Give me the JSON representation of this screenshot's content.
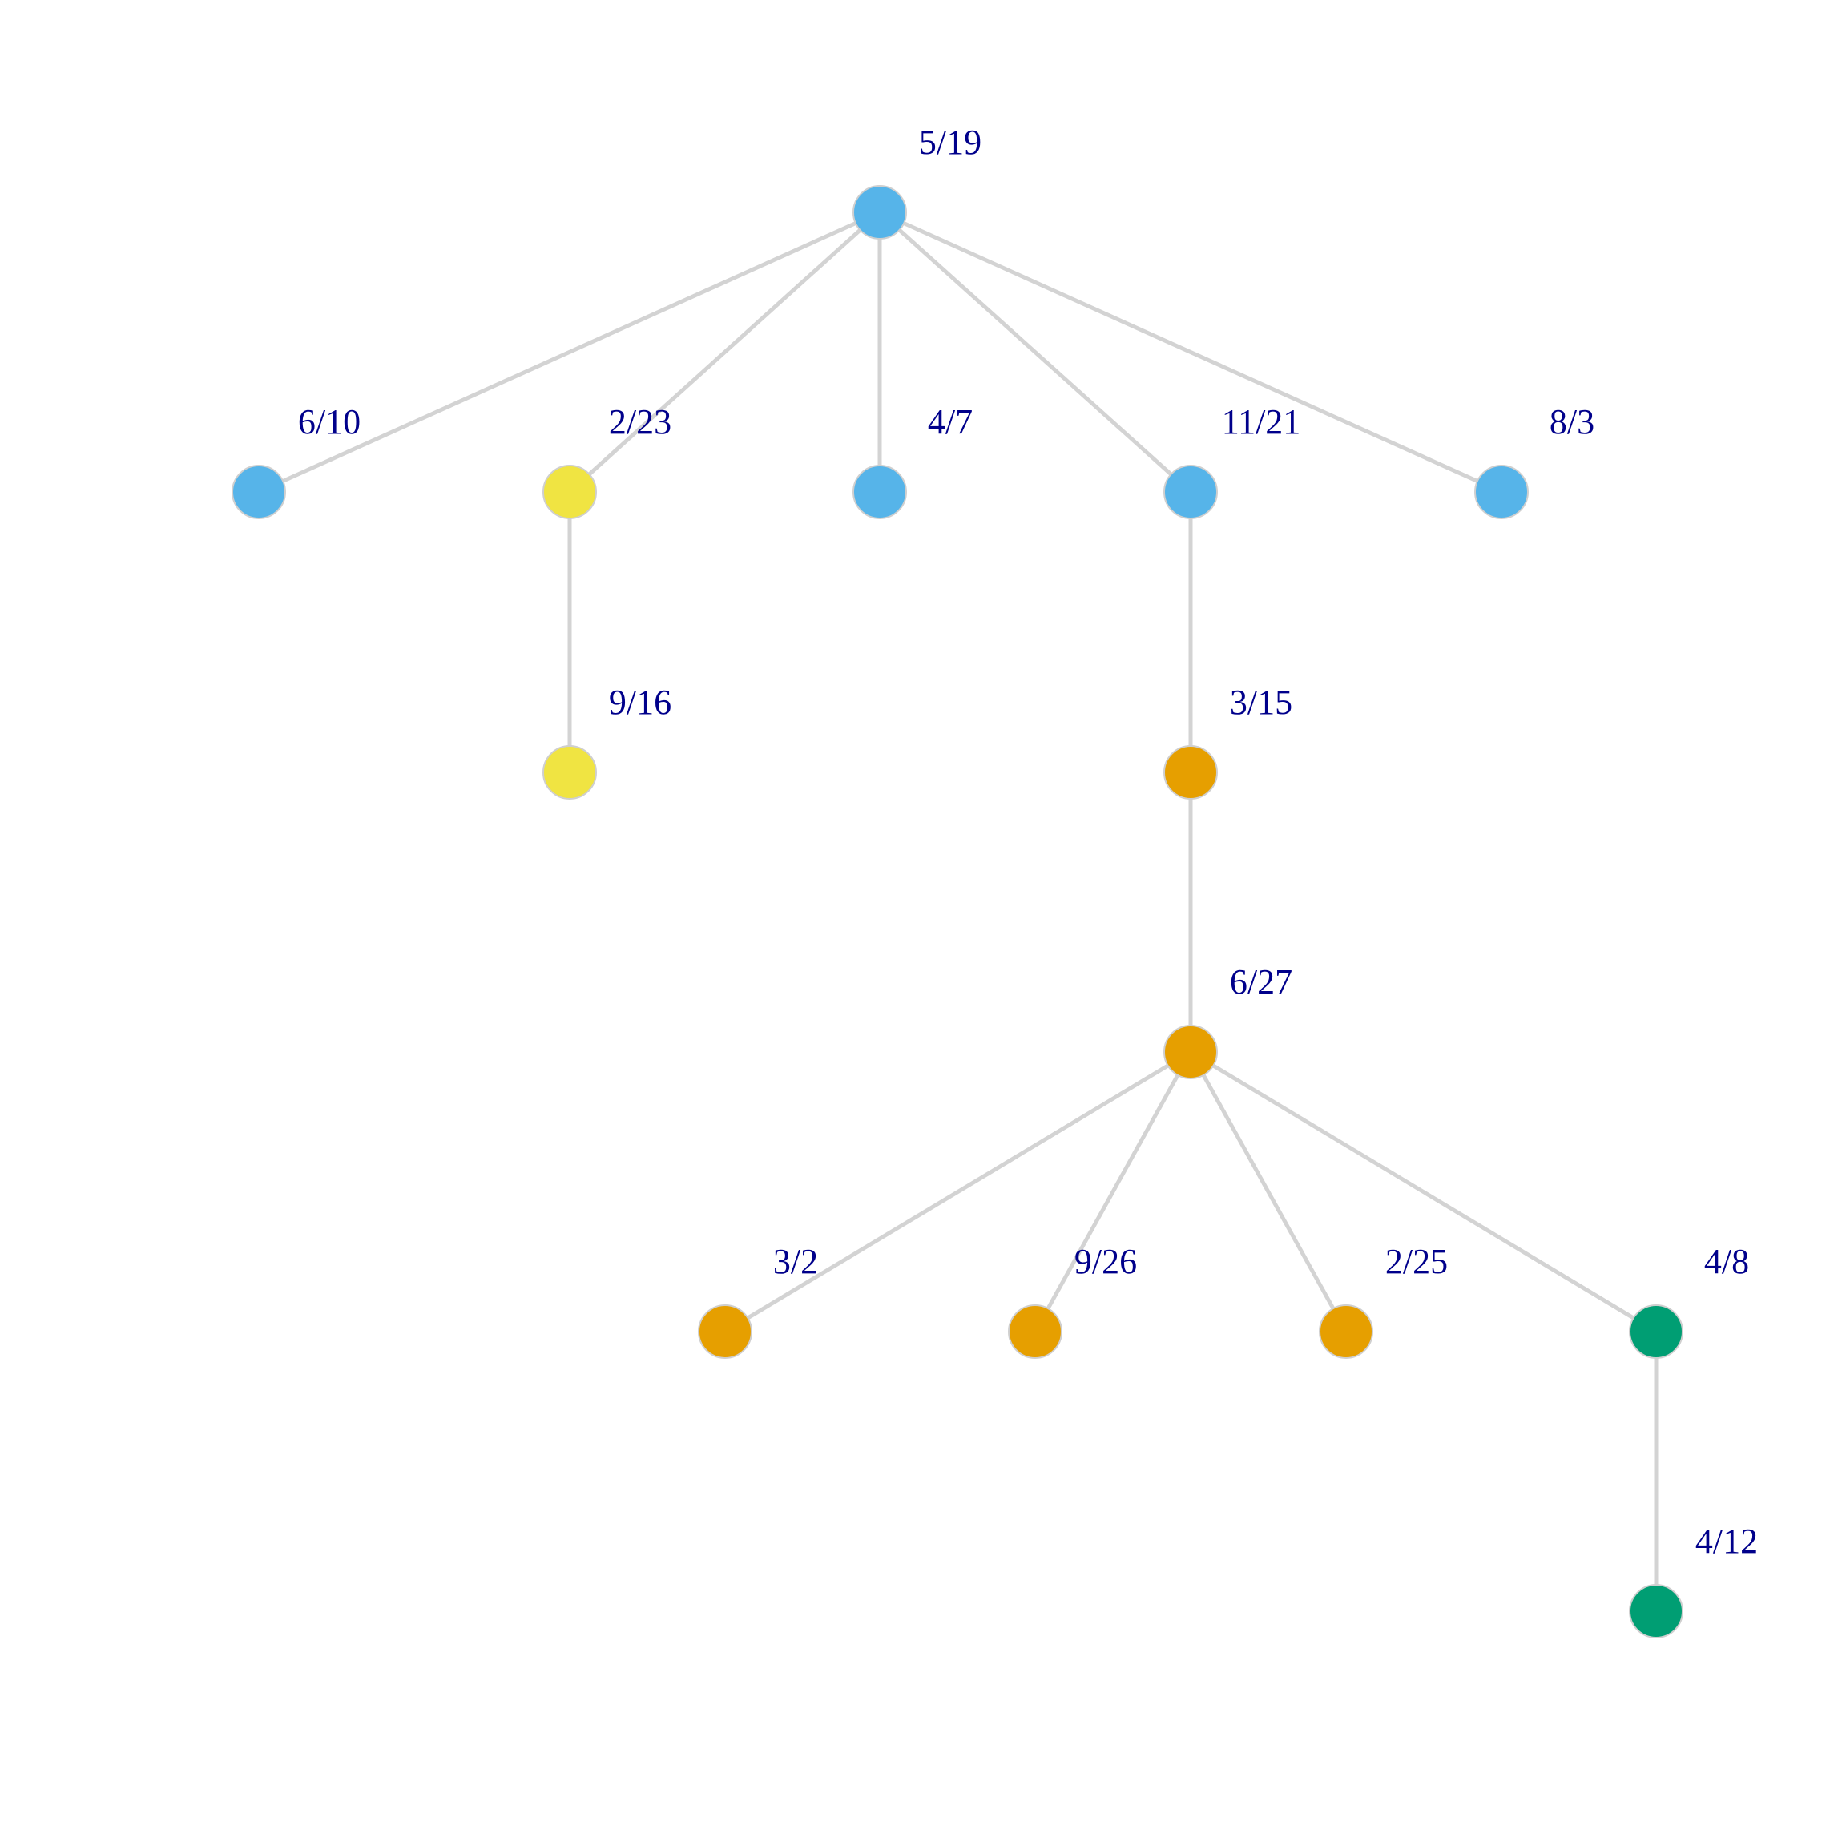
{
  "diagram": {
    "type": "tree",
    "colors": {
      "edge": "#d3d3d3",
      "label": "#00008b",
      "group_blue": "#56b4e9",
      "group_yellow": "#f0e442",
      "group_orange": "#e69f00",
      "group_green": "#009e73"
    },
    "nodes": [
      {
        "id": "n1",
        "label": "5/19",
        "color": "#56b4e9",
        "parent": null
      },
      {
        "id": "n2",
        "label": "6/10",
        "color": "#56b4e9",
        "parent": "n1"
      },
      {
        "id": "n3",
        "label": "2/23",
        "color": "#f0e442",
        "parent": "n1"
      },
      {
        "id": "n4",
        "label": "4/7",
        "color": "#56b4e9",
        "parent": "n1"
      },
      {
        "id": "n5",
        "label": "11/21",
        "color": "#56b4e9",
        "parent": "n1"
      },
      {
        "id": "n6",
        "label": "8/3",
        "color": "#56b4e9",
        "parent": "n1"
      },
      {
        "id": "n7",
        "label": "9/16",
        "color": "#f0e442",
        "parent": "n3"
      },
      {
        "id": "n8",
        "label": "3/15",
        "color": "#e69f00",
        "parent": "n5"
      },
      {
        "id": "n9",
        "label": "6/27",
        "color": "#e69f00",
        "parent": "n8"
      },
      {
        "id": "n10",
        "label": "3/2",
        "color": "#e69f00",
        "parent": "n9"
      },
      {
        "id": "n11",
        "label": "9/26",
        "color": "#e69f00",
        "parent": "n9"
      },
      {
        "id": "n12",
        "label": "2/25",
        "color": "#e69f00",
        "parent": "n9"
      },
      {
        "id": "n13",
        "label": "4/8",
        "color": "#009e73",
        "parent": "n9"
      },
      {
        "id": "n14",
        "label": "4/12",
        "color": "#009e73",
        "parent": "n13"
      }
    ]
  }
}
